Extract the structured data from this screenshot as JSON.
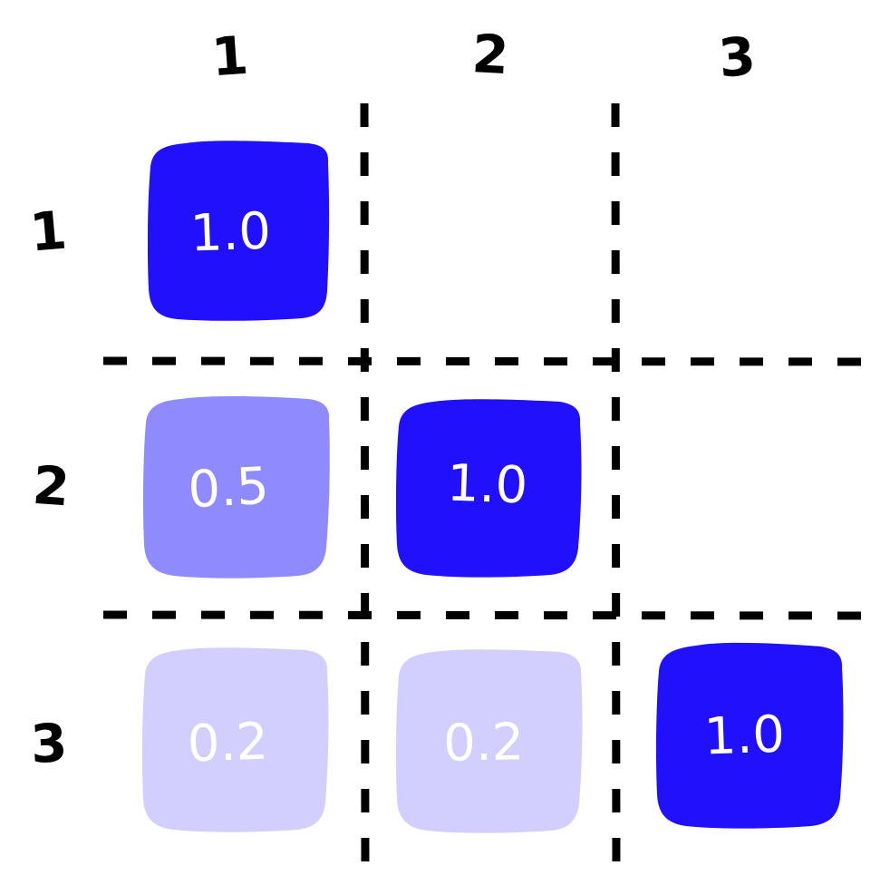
{
  "figure": {
    "background_color": "#ffffff",
    "grid_line_color": "#000000",
    "grid_style": "dashed",
    "cell_text_color": "#ffffff",
    "header_text_color": "#000000",
    "style": "hand-drawn"
  },
  "chart_data": {
    "type": "heatmap",
    "title": "",
    "xlabel": "",
    "ylabel": "",
    "grid": true,
    "legend": "none",
    "colormap": {
      "low": "#ffffff",
      "high": "#2010fb"
    },
    "vmin": 0.0,
    "vmax": 1.0,
    "x_tick_labels": [
      "1",
      "2",
      "3"
    ],
    "y_tick_labels": [
      "1",
      "2",
      "3"
    ],
    "columns": [
      "1",
      "2",
      "3"
    ],
    "rows": [
      "1",
      "2",
      "3"
    ],
    "values": [
      [
        1.0,
        null,
        null
      ],
      [
        0.5,
        1.0,
        null
      ],
      [
        0.2,
        0.2,
        1.0
      ]
    ],
    "cells": [
      {
        "row": "1",
        "column": "1",
        "label": "1.0",
        "value": 1.0,
        "color": "#2010fb",
        "visible": true
      },
      {
        "row": "1",
        "column": "2",
        "label": "",
        "value": null,
        "color": "#ffffff",
        "visible": false
      },
      {
        "row": "1",
        "column": "3",
        "label": "",
        "value": null,
        "color": "#ffffff",
        "visible": false
      },
      {
        "row": "2",
        "column": "1",
        "label": "0.5",
        "value": 0.5,
        "color": "#8f8afe",
        "visible": true
      },
      {
        "row": "2",
        "column": "2",
        "label": "1.0",
        "value": 1.0,
        "color": "#2010fb",
        "visible": true
      },
      {
        "row": "2",
        "column": "3",
        "label": "",
        "value": null,
        "color": "#ffffff",
        "visible": false
      },
      {
        "row": "3",
        "column": "1",
        "label": "0.2",
        "value": 0.2,
        "color": "#d2cefe",
        "visible": true
      },
      {
        "row": "3",
        "column": "2",
        "label": "0.2",
        "value": 0.2,
        "color": "#d2cefe",
        "visible": true
      },
      {
        "row": "3",
        "column": "3",
        "label": "1.0",
        "value": 1.0,
        "color": "#2010fb",
        "visible": true
      }
    ]
  }
}
